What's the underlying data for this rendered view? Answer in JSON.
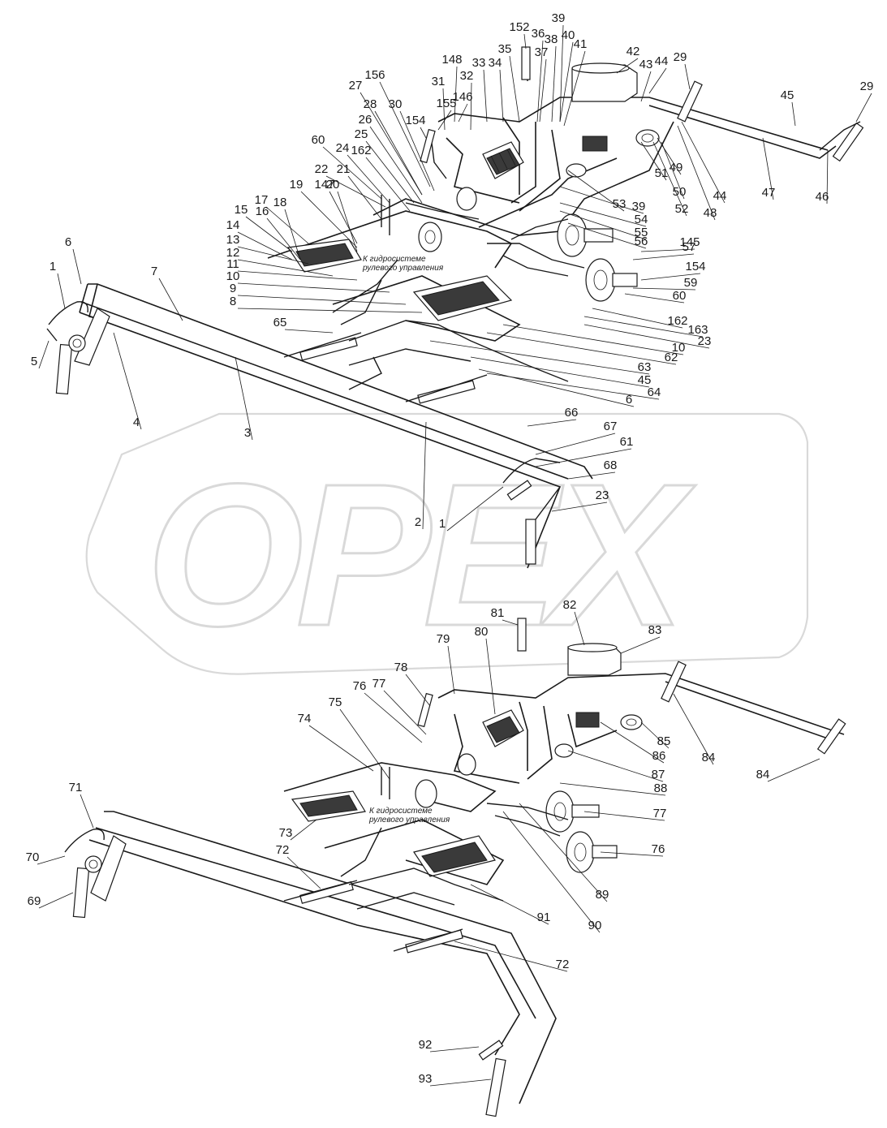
{
  "watermark": "OPEX",
  "notes": {
    "upper": [
      "К гидросистеме",
      "рулевого управления"
    ],
    "lower": [
      "К гидросистеме",
      "рулевого управления"
    ]
  },
  "callouts": {
    "upper": [
      "152",
      "39",
      "36",
      "38",
      "40",
      "35",
      "37",
      "41",
      "42",
      "43",
      "44",
      "29",
      "148",
      "33",
      "34",
      "31",
      "32",
      "156",
      "27",
      "155",
      "146",
      "28",
      "30",
      "26",
      "154",
      "25",
      "162",
      "60",
      "24",
      "22",
      "21",
      "147",
      "19",
      "20",
      "17",
      "18",
      "15",
      "16",
      "14",
      "13",
      "12",
      "11",
      "10",
      "9",
      "8",
      "6",
      "7",
      "1",
      "65",
      "5",
      "4",
      "3",
      "29",
      "45",
      "47",
      "46",
      "51",
      "49",
      "50",
      "52",
      "44",
      "48",
      "53",
      "39",
      "54",
      "55",
      "56",
      "145",
      "57",
      "154",
      "59",
      "60",
      "162",
      "163",
      "23",
      "10",
      "62",
      "63",
      "45",
      "64",
      "6",
      "66",
      "67",
      "61",
      "68",
      "23",
      "2",
      "1"
    ],
    "lower": [
      "81",
      "82",
      "83",
      "79",
      "80",
      "78",
      "76",
      "77",
      "75",
      "74",
      "85",
      "84",
      "86",
      "84",
      "87",
      "88",
      "71",
      "70",
      "69",
      "73",
      "72",
      "77",
      "76",
      "89",
      "90",
      "91",
      "72",
      "92",
      "93"
    ]
  }
}
